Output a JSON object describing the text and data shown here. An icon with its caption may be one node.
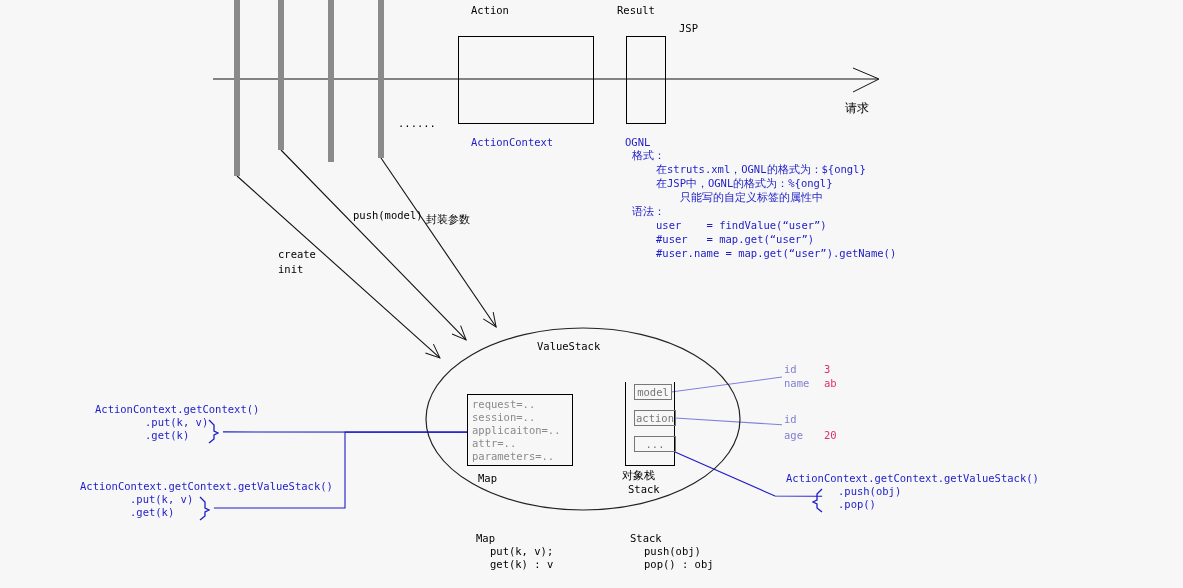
{
  "diagram": {
    "nodes": [
      {
        "text": [],
        "shape": "bar"
      },
      {
        "text": [],
        "shape": "bar"
      },
      {
        "text": [],
        "shape": "bar"
      },
      {
        "text": [],
        "shape": "bar"
      },
      {
        "text": [
          "Action"
        ],
        "beside": [
          "ActionContext"
        ]
      },
      {
        "text": [
          "Result"
        ],
        "beside": [
          "JSP",
          "OGNL"
        ]
      },
      {
        "text": [
          "ValueStack"
        ]
      },
      {
        "text": [
          "request=.. session=.. applicaiton=.. attr=.. parameters=.."
        ],
        "beside": [
          "Map"
        ],
        "in": 6
      },
      {
        "text": [
          "对象栈",
          "Stack"
        ],
        "in": 6
      },
      {
        "text": [
          "model"
        ],
        "in": 8
      },
      {
        "text": [
          "action"
        ],
        "in": 8
      },
      {
        "text": [
          "..."
        ],
        "in": 8
      },
      {
        "text": [
          "id",
          "3",
          "name",
          "ab"
        ]
      },
      {
        "text": [
          "id",
          "age",
          "20"
        ]
      },
      {
        "text": [
          "ActionContext.getContext()",
          ".put(k, v)",
          ".get(k)"
        ]
      },
      {
        "text": [
          "ActionContext.getContext.getValueStack()",
          ".put(k, v)",
          ".get(k)"
        ]
      },
      {
        "text": [
          "ActionContext.getContext.getValueStack()",
          ".push(obj)",
          ".pop()"
        ]
      }
    ],
    "edges": [
      {
        "from": 0,
        "to": 6,
        "arrow": "to",
        "label": "create init"
      },
      {
        "from": 1,
        "to": 6,
        "arrow": "to",
        "label": "push(model)"
      },
      {
        "from": 3,
        "to": 6,
        "arrow": "to",
        "label": "封装参数"
      },
      {
        "from": 9,
        "to": 12,
        "arrow": "none",
        "color": "#8080e0"
      },
      {
        "from": 10,
        "to": 13,
        "arrow": "none",
        "color": "#8080e0"
      },
      {
        "from": 14,
        "to": 7,
        "arrow": "none",
        "color": "#1c1cc8"
      },
      {
        "from": 15,
        "to": 7,
        "arrow": "none",
        "color": "#1c1cc8"
      },
      {
        "from": 16,
        "to": 8,
        "arrow": "none",
        "color": "#1c1cc8"
      }
    ],
    "labels": [
      "请求",
      "......",
      "格式：",
      "在struts.xml，OGNL的格式为：${ongl}",
      "在JSP中，OGNL的格式为：%{ongl}",
      "只能写的自定义标签的属性中",
      "语法：",
      "user    = findValue(“user”)",
      "#user   = map.get(“user”)",
      "#user.name = map.get(“user”).getName()",
      "Map",
      "put(k, v);",
      "get(k) : v",
      "Stack",
      "push(obj)",
      "pop() : obj"
    ]
  }
}
